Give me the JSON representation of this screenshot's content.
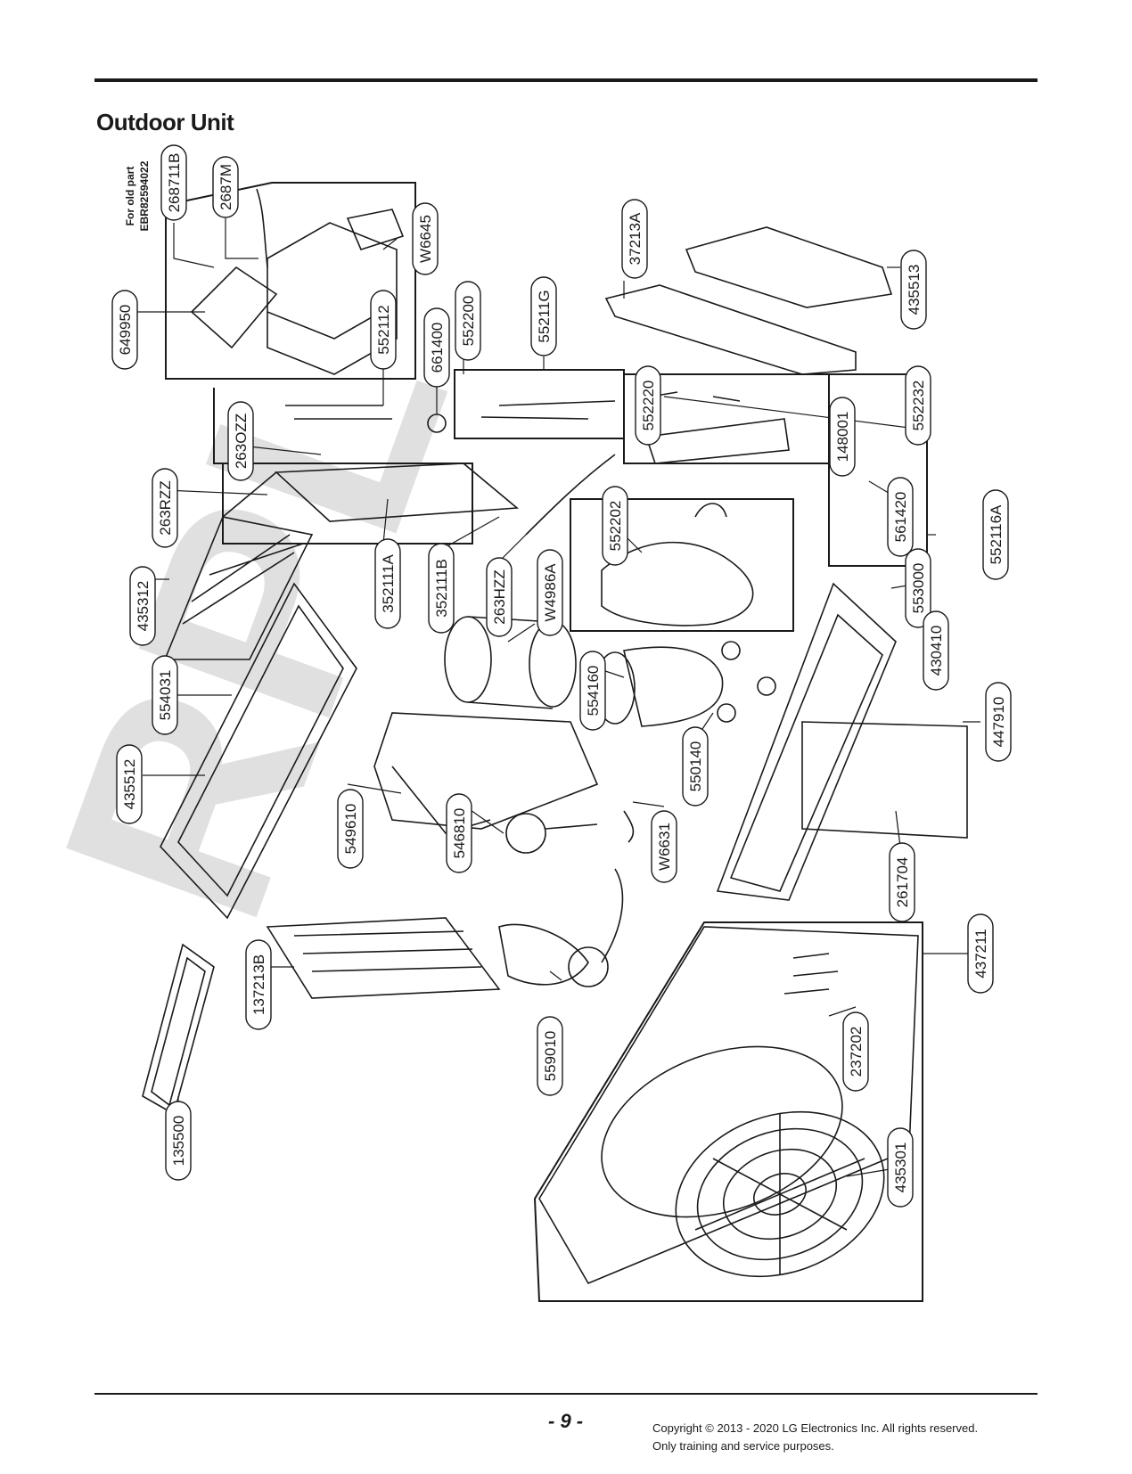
{
  "header": {
    "title": "Outdoor Unit"
  },
  "diagram": {
    "watermark": "RPL",
    "note_line1": "For old part",
    "note_line2": "EBR82594022",
    "callouts": [
      "268711B",
      "2687M",
      "W6645",
      "37213A",
      "435513",
      "649950",
      "552112",
      "661400",
      "552200",
      "55211G",
      "552220",
      "552232",
      "263OZZ",
      "148001",
      "263RZZ",
      "561420",
      "552116A",
      "552202",
      "435312",
      "352111A",
      "352111B",
      "263HZZ",
      "W4986A",
      "553000",
      "430410",
      "554031",
      "554160",
      "550140",
      "447910",
      "435512",
      "549610",
      "546810",
      "W6631",
      "261704",
      "437211",
      "137213B",
      "559010",
      "237202",
      "135500",
      "435301"
    ]
  },
  "footer": {
    "page_number": "- 9 -",
    "copyright_line1": "Copyright © 2013 - 2020 LG Electronics Inc. All rights reserved.",
    "copyright_line2": "Only training and service purposes."
  }
}
